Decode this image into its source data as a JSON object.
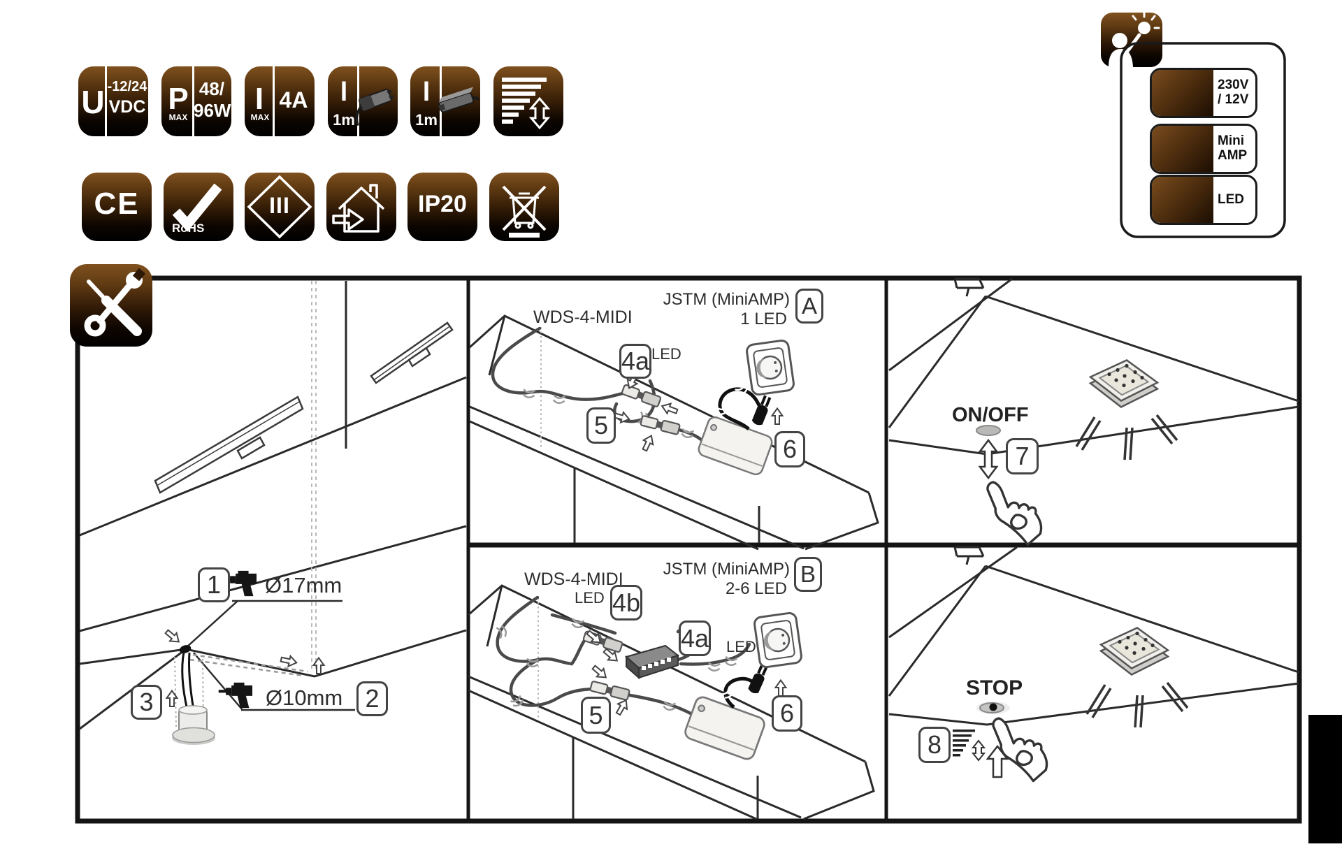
{
  "icons_row1": [
    {
      "big": "U",
      "small": "",
      "top": "-12/24",
      "bottom": "VDC"
    },
    {
      "big": "P",
      "small": "MAX",
      "top": "48/",
      "bottom": "96W"
    },
    {
      "big": "I",
      "small": "MAX",
      "top": "4A",
      "bottom": ""
    },
    {
      "big": "l",
      "small": "1m"
    },
    {
      "big": "l",
      "small": "1m"
    },
    {
      "name": "dimming"
    }
  ],
  "icons_row2": [
    {
      "label": "CE"
    },
    {
      "label": "RoHS"
    },
    {
      "label": "III"
    },
    {
      "label": ""
    },
    {
      "label": "IP20"
    },
    {
      "label": ""
    }
  ],
  "legend": {
    "items": [
      {
        "line1": "230V",
        "line2": "/ 12V"
      },
      {
        "line1": "Mini",
        "line2": "AMP"
      },
      {
        "line1": "LED",
        "line2": ""
      }
    ]
  },
  "install": {
    "step1": "1",
    "step2": "2",
    "step3": "3",
    "hole_big": "Ø17mm",
    "hole_small": "Ø10mm"
  },
  "diagram_a": {
    "device": "WDS-4-MIDI",
    "controller": "JSTM (MiniAMP)",
    "count": "1 LED",
    "badge": "A",
    "led": "LED",
    "s4a": "4a",
    "s5": "5",
    "s6": "6"
  },
  "diagram_b": {
    "device": "WDS-4-MIDI",
    "controller": "JSTM (MiniAMP)",
    "count": "2-6 LED",
    "badge": "B",
    "led1": "LED",
    "led2": "LED",
    "s4a": "4a",
    "s4b": "4b",
    "s5": "5",
    "s6": "6"
  },
  "control_on": {
    "label": "ON/OFF",
    "step": "7"
  },
  "control_dim": {
    "label": "STOP",
    "step": "8"
  }
}
